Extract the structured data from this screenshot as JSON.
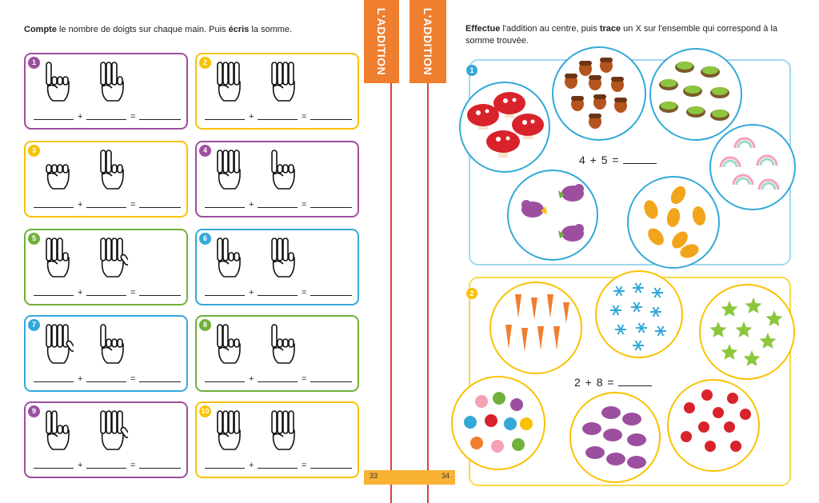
{
  "left": {
    "instruction": {
      "b1": "Compte",
      "t1": " le nombre de doigts sur chaque main. Puis ",
      "b2": "écris",
      "t2": " la somme."
    },
    "plus": "+",
    "equals": "=",
    "cards": [
      {
        "num": "1",
        "color": "#9c4f9f",
        "left_fingers": 1,
        "right_fingers": 3
      },
      {
        "num": "2",
        "color": "#f9c200",
        "left_fingers": 4,
        "right_fingers": 4
      },
      {
        "num": "3",
        "color": "#f9c200",
        "left_fingers": 0,
        "right_fingers": 2
      },
      {
        "num": "4",
        "color": "#9c4f9f",
        "left_fingers": 4,
        "right_fingers": 1
      },
      {
        "num": "5",
        "color": "#6fb13b",
        "left_fingers": 3,
        "right_fingers": 5
      },
      {
        "num": "6",
        "color": "#33a9d8",
        "left_fingers": 2,
        "right_fingers": 3
      },
      {
        "num": "7",
        "color": "#33a9d8",
        "left_fingers": 5,
        "right_fingers": 1
      },
      {
        "num": "8",
        "color": "#6fb13b",
        "left_fingers": 2,
        "right_fingers": 1
      },
      {
        "num": "9",
        "color": "#9c4f9f",
        "left_fingers": 2,
        "right_fingers": 5
      },
      {
        "num": "10",
        "color": "#f9c200",
        "left_fingers": 4,
        "right_fingers": 4
      }
    ],
    "page_number": "33"
  },
  "right": {
    "instruction": {
      "b1": "Effectue",
      "t1": " l'addition au centre, puis ",
      "b2": "trace",
      "t2": " un X sur l'ensemble qui correspond à la somme trouvée."
    },
    "panel1": {
      "num": "1",
      "color": "#33a9d8",
      "sum": "4 + 5 ="
    },
    "panel2": {
      "num": "2",
      "color": "#f9c200",
      "sum": "2 + 8 ="
    },
    "page_number": "34"
  },
  "tab_label": "L'ADDITION",
  "colors": {
    "orange": "#f07e2f",
    "purple": "#9c4f9f",
    "yellow": "#f9c200",
    "green": "#6fb13b",
    "blue": "#33a9d8",
    "red": "#e04040"
  }
}
